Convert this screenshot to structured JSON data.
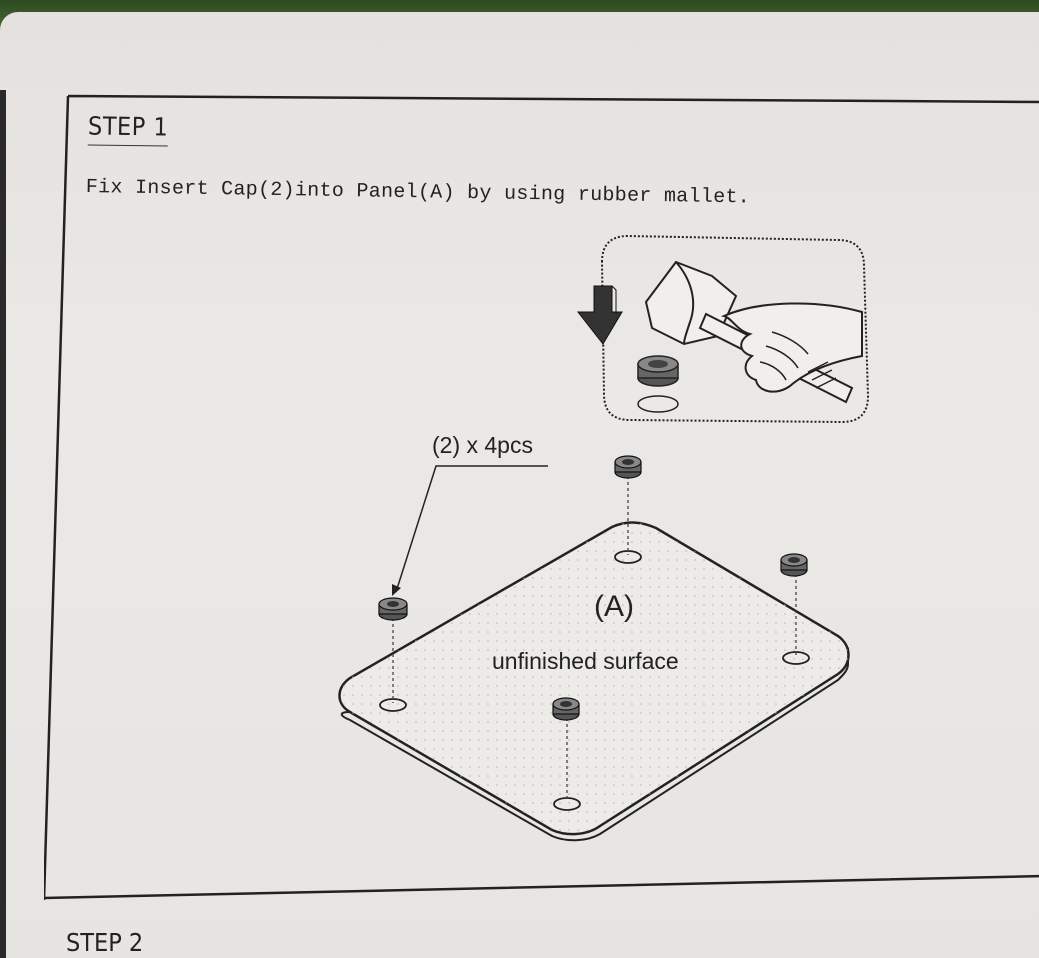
{
  "step1": {
    "title": "STEP 1",
    "instruction": "Fix Insert Cap(2)into Panel(A) by using rubber mallet."
  },
  "diagram": {
    "part_label": "(2) x 4pcs",
    "panel_label": "(A)",
    "surface_label": "unfinished surface",
    "detail_icon": "mallet-and-arrow"
  },
  "step2": {
    "title": "STEP 2"
  }
}
